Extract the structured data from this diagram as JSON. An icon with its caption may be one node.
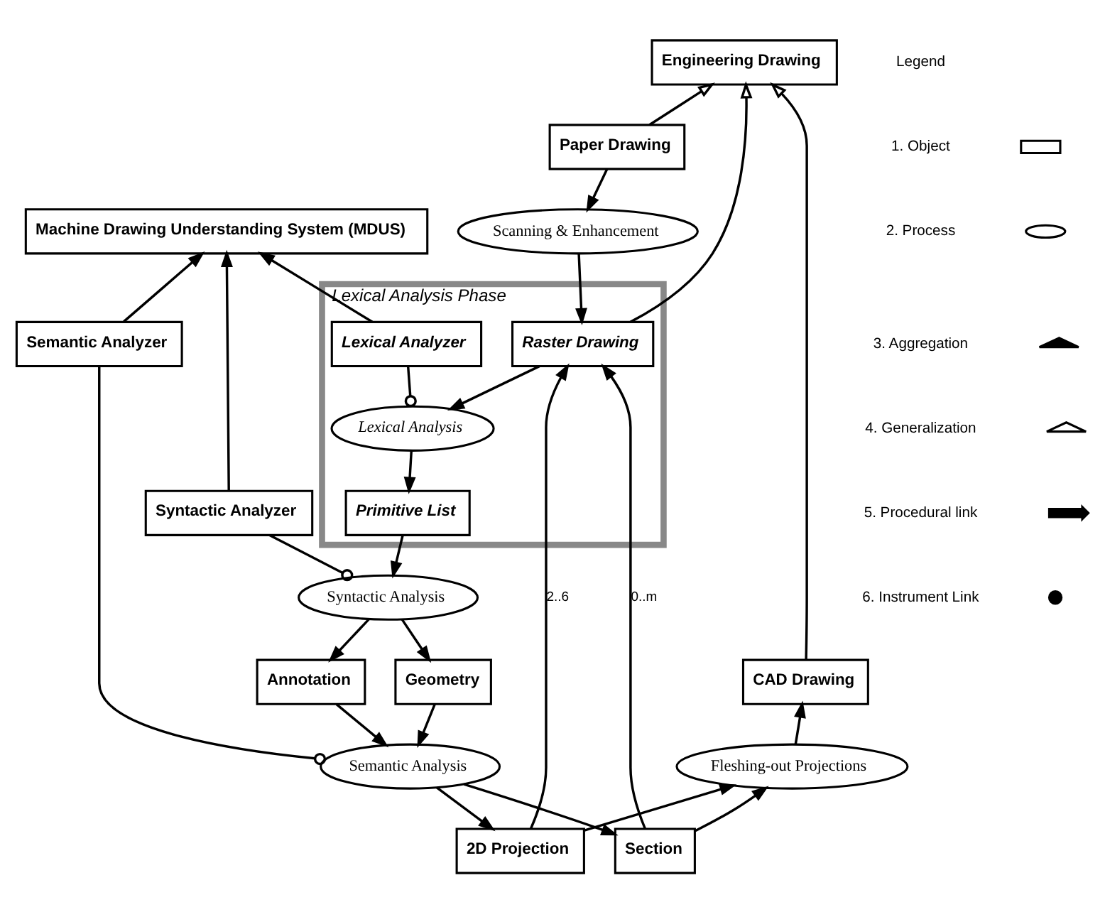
{
  "diagram": {
    "nodes": [
      {
        "text": [
          "Machine Drawing Understanding System (MDUS)"
        ]
      },
      {
        "text": [
          "Engineering Drawing"
        ]
      },
      {
        "text": [
          "Paper Drawing"
        ]
      },
      {
        "text": [
          "Scanning & Enhancement"
        ]
      },
      {
        "text": [
          "Lexical Analysis Phase"
        ]
      },
      {
        "text": [
          "Raster Drawing"
        ],
        "in": 4
      },
      {
        "text": [
          "Lexical Analyzer"
        ],
        "in": 4
      },
      {
        "text": [
          "Lexical Analysis"
        ],
        "in": 4
      },
      {
        "text": [
          "Primitive List"
        ],
        "in": 4
      },
      {
        "text": [
          "CAD Drawing"
        ]
      },
      {
        "text": [
          "Fleshing-out Projections"
        ]
      },
      {
        "text": [
          "2D Projection"
        ]
      },
      {
        "text": [
          "Section"
        ]
      },
      {
        "text": [
          "Syntactic Analyzer"
        ]
      },
      {
        "text": [
          "Syntactic Analysis"
        ]
      },
      {
        "text": [
          "Geometry"
        ]
      },
      {
        "text": [
          "Annotation"
        ]
      },
      {
        "text": [
          "Semantic Analyzer"
        ]
      },
      {
        "text": [
          "Semantic Analysis"
        ]
      }
    ],
    "edges": [
      {
        "from": 2,
        "to": 1,
        "arrow": "to"
      },
      {
        "from": 5,
        "to": 1,
        "arrow": "to"
      },
      {
        "from": 9,
        "to": 1,
        "arrow": "to"
      },
      {
        "from": 6,
        "to": 0,
        "arrow": "to"
      },
      {
        "from": 13,
        "to": 0,
        "arrow": "to"
      },
      {
        "from": 17,
        "to": 0,
        "arrow": "to"
      },
      {
        "from": 11,
        "to": 5,
        "arrow": "to",
        "label": "2..6"
      },
      {
        "from": 12,
        "to": 5,
        "arrow": "to",
        "label": "0..m"
      },
      {
        "from": 2,
        "to": 3,
        "arrow": "to"
      },
      {
        "from": 3,
        "to": 5,
        "arrow": "to"
      },
      {
        "from": 5,
        "to": 7,
        "arrow": "to"
      },
      {
        "from": 7,
        "to": 8,
        "arrow": "to"
      },
      {
        "from": 8,
        "to": 14,
        "arrow": "to"
      },
      {
        "from": 14,
        "to": 15,
        "arrow": "to"
      },
      {
        "from": 14,
        "to": 16,
        "arrow": "to"
      },
      {
        "from": 15,
        "to": 18,
        "arrow": "to"
      },
      {
        "from": 16,
        "to": 18,
        "arrow": "to"
      },
      {
        "from": 18,
        "to": 11,
        "arrow": "to"
      },
      {
        "from": 18,
        "to": 12,
        "arrow": "to"
      },
      {
        "from": 11,
        "to": 10,
        "arrow": "to"
      },
      {
        "from": 12,
        "to": 10,
        "arrow": "to"
      },
      {
        "from": 10,
        "to": 9,
        "arrow": "to"
      },
      {
        "from": 6,
        "to": 7,
        "arrow": "other"
      },
      {
        "from": 13,
        "to": 14,
        "arrow": "other"
      },
      {
        "from": 17,
        "to": 18,
        "arrow": "other"
      }
    ],
    "labels": [
      "Legend"
    ],
    "legend": [
      {
        "text": "1. Object"
      },
      {
        "text": "2. Process"
      },
      {
        "text": "3. Aggregation"
      },
      {
        "text": "4. Generalization"
      },
      {
        "text": "5. Procedural link"
      },
      {
        "text": "6. Instrument Link"
      }
    ]
  }
}
